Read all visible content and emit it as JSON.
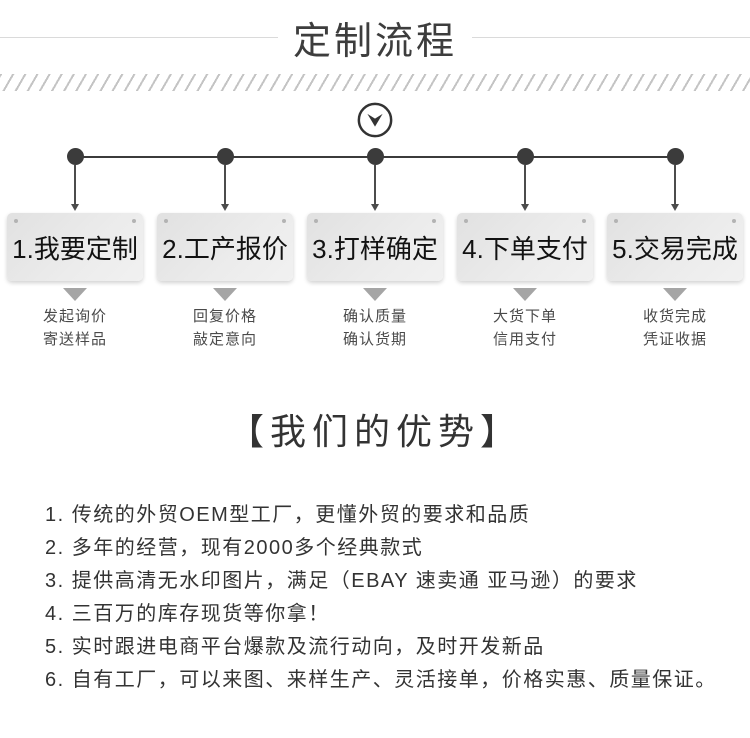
{
  "header": {
    "title": "定制流程"
  },
  "flow": {
    "icon": "circle-down-arrow-icon",
    "steps": [
      {
        "label": "1.我要定制",
        "captions": [
          "发起询价",
          "寄送样品"
        ]
      },
      {
        "label": "2.工产报价",
        "captions": [
          "回复价格",
          "敲定意向"
        ]
      },
      {
        "label": "3.打样确定",
        "captions": [
          "确认质量",
          "确认货期"
        ]
      },
      {
        "label": "4.下单支付",
        "captions": [
          "大货下单",
          "信用支付"
        ]
      },
      {
        "label": "5.交易完成",
        "captions": [
          "收货完成",
          "凭证收据"
        ]
      }
    ]
  },
  "advantages": {
    "title": "【我们的优势】",
    "items": [
      "1. 传统的外贸OEM型工厂，更懂外贸的要求和品质",
      "2. 多年的经营，现有2000多个经典款式",
      "3. 提供高清无水印图片，满足（EBAY 速卖通 亚马逊）的要求",
      "4. 三百万的库存现货等你拿！",
      "5. 实时跟进电商平台爆款及流行动向，及时开发新品",
      "6. 自有工厂，可以来图、来样生产、灵活接单，价格实惠、质量保证。"
    ]
  },
  "colors": {
    "accent_dark": "#3b3b3b",
    "box_background": "#e8e8e8",
    "triangle_gray": "#a5a5a5",
    "hatch_gray": "#c4c4c4",
    "rule_gray": "#dadada",
    "text_dark": "#333333",
    "caption_gray": "#4a4a4a"
  }
}
